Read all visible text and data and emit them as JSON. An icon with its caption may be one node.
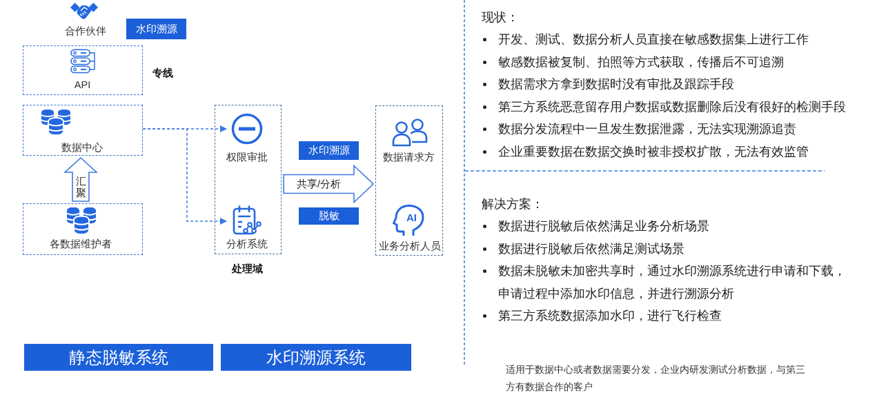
{
  "diagram": {
    "nodes": [
      {
        "text": [
          "水印溯源"
        ]
      },
      {
        "text": [
          "API"
        ]
      },
      {
        "text": [
          "数据中心"
        ]
      },
      {
        "text": [
          "各数据维护者"
        ]
      },
      {
        "text": [
          "处理域"
        ]
      },
      {
        "text": [
          "权限审批"
        ],
        "in": 4
      },
      {
        "text": [
          "分析系统"
        ],
        "in": 4
      },
      {
        "text": [
          "水印溯源"
        ]
      },
      {
        "text": [
          "脱敏"
        ]
      },
      {
        "text": [],
        "shape": "box"
      },
      {
        "text": [
          "数据请求方"
        ],
        "in": 9
      },
      {
        "text": [
          "AI",
          "业务分析人员"
        ],
        "in": 9
      },
      {
        "text": [
          "静态脱敏系统"
        ]
      },
      {
        "text": [
          "水印溯源系统"
        ]
      }
    ],
    "edges": [
      {
        "from": 3,
        "to": 2,
        "arrow": "to",
        "label": "汇聚",
        "style": "thick"
      },
      {
        "from": 2,
        "to": 5,
        "arrow": "to",
        "style": "dashed"
      },
      {
        "from": 2,
        "to": 6,
        "arrow": "to",
        "style": "dashed"
      },
      {
        "from": 4,
        "to": 9,
        "arrow": "to",
        "label": "共享/分析",
        "style": "thick"
      }
    ],
    "labels": [
      "合作伙伴",
      "专线",
      "现状：",
      "开发、测试、数据分析人员直接在敏感数据集上进行工作",
      "敏感数据被复制、拍照等方式获取，传播后不可追溯",
      "数据需求方拿到数据时没有审批及跟踪手段",
      "第三方系统恶意留存用户数据或数据删除后没有很好的检测手段",
      "数据分发流程中一旦发生数据泄露，无法实现溯源追责",
      "企业重要数据在数据交换时被非授权扩散，无法有效监管",
      "解决方案：",
      "数据进行脱敏后依然满足业务分析场景",
      "数据进行脱敏后依然满足测试场景",
      "数据未脱敏未加密共享时，通过水印溯源系统进行申请和下载，申请过程中添加水印信息，并进行溯源分析",
      "第三方系统数据添加水印，进行飞行检查",
      "适用于数据中心或者数据需要分发，企业内研发测试分析数据，与第三方有数据合作的客户"
    ]
  }
}
